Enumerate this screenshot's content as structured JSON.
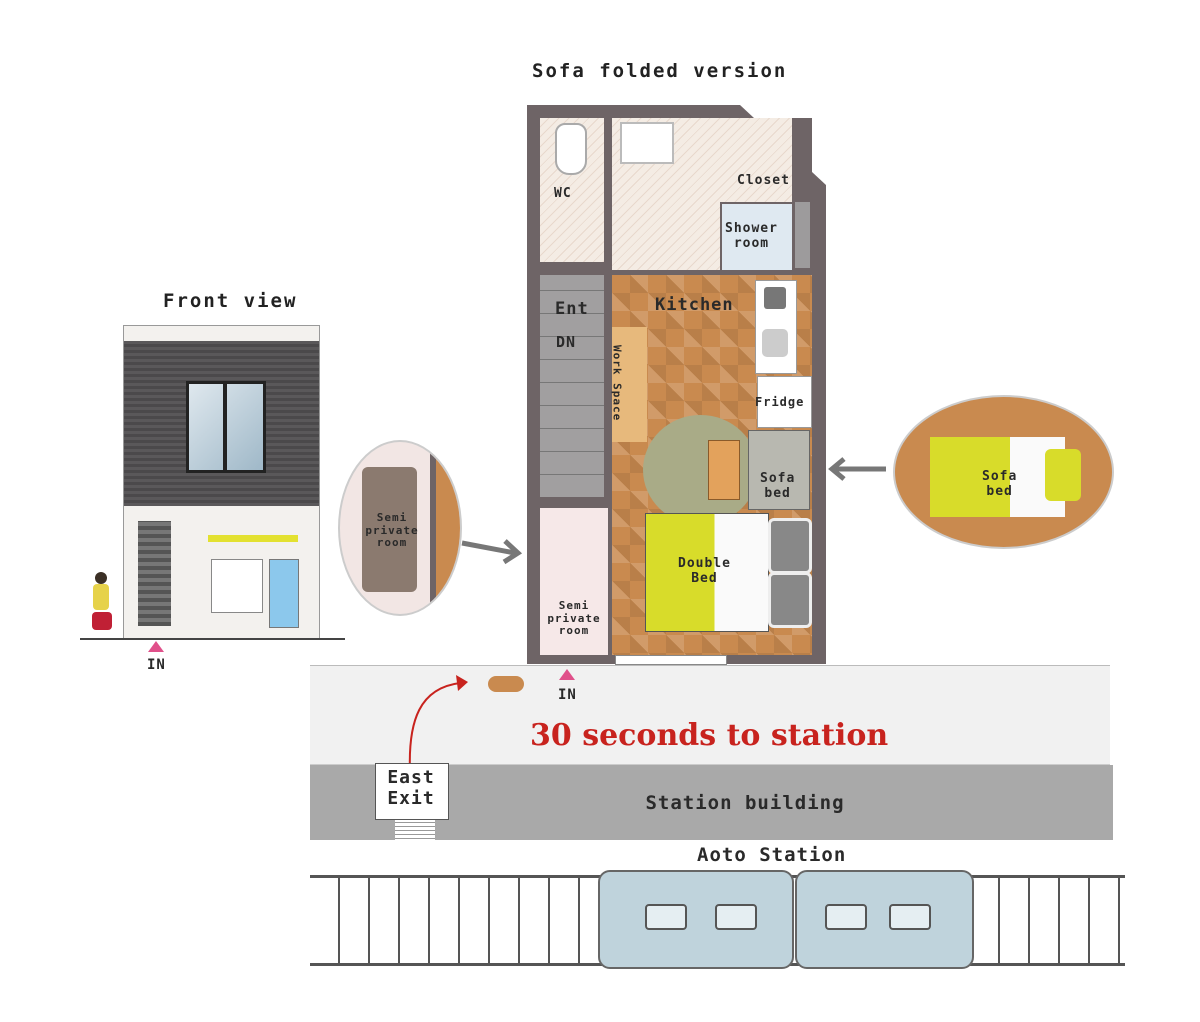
{
  "floor_plan": {
    "title": "Sofa folded version",
    "rooms": {
      "wc": "WC",
      "closet": "Closet",
      "shower_line1": "Shower",
      "shower_line2": "room",
      "ent": "Ent",
      "dn": "DN",
      "kitchen": "Kitchen",
      "work_line1": "Work",
      "work_line2": "Space",
      "fridge": "Fridge",
      "sofa_line1": "Sofa",
      "sofa_line2": "bed",
      "bed_line1": "Double",
      "bed_line2": "Bed",
      "semi_line1": "Semi",
      "semi_line2": "private",
      "semi_line3": "room"
    },
    "entrance_label": "IN"
  },
  "front_view": {
    "title": "Front view",
    "entrance_label": "IN"
  },
  "detail_left": {
    "line1": "Semi",
    "line2": "private",
    "line3": "room"
  },
  "detail_right": {
    "line1": "Sofa",
    "line2": "bed"
  },
  "map": {
    "headline": "30 seconds to station",
    "east_exit_line1": "East",
    "east_exit_line2": "Exit",
    "station_building": "Station building",
    "station_name": "Aoto Station"
  },
  "colors": {
    "accent_red": "#c8231e",
    "wall": "#6e6466",
    "parquet": "#c98a4f",
    "bed_yellow": "#d8dc2a",
    "in_marker": "#e0508a"
  }
}
